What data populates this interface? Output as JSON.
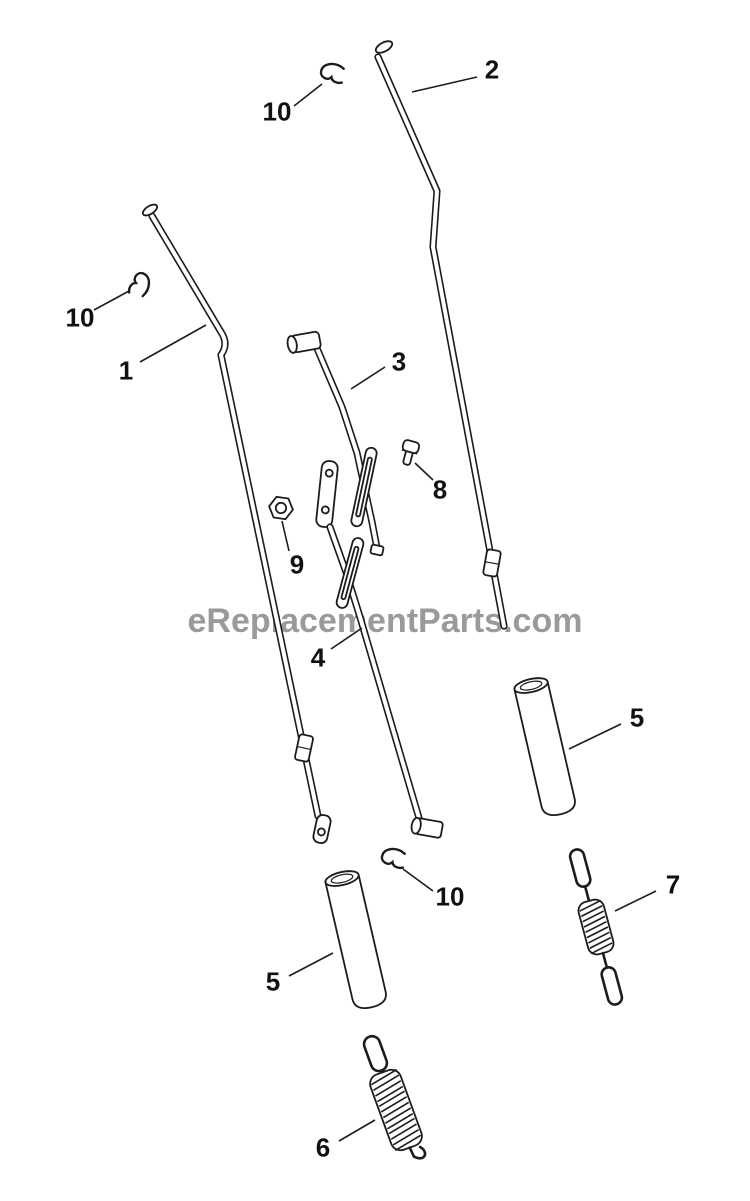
{
  "page": {
    "background": "#ffffff",
    "watermark": {
      "text": "eReplacementParts.com",
      "color": "#9a9a9a"
    }
  },
  "diagram": {
    "type": "exploded-parts-diagram",
    "line_color": "#1c1c1c",
    "callouts": [
      {
        "part": "rod-upper-right",
        "label": "2"
      },
      {
        "part": "clip-top",
        "label": "10"
      },
      {
        "part": "rod-left",
        "label": "1"
      },
      {
        "part": "clip-left",
        "label": "10"
      },
      {
        "part": "link-rod-upper",
        "label": "3"
      },
      {
        "part": "bolt",
        "label": "8"
      },
      {
        "part": "nut",
        "label": "9"
      },
      {
        "part": "link-rod-lower",
        "label": "4"
      },
      {
        "part": "sleeve-right",
        "label": "5"
      },
      {
        "part": "sleeve-left",
        "label": "5"
      },
      {
        "part": "clip-bottom",
        "label": "10"
      },
      {
        "part": "spring-small",
        "label": "7"
      },
      {
        "part": "spring-large",
        "label": "6"
      }
    ]
  }
}
